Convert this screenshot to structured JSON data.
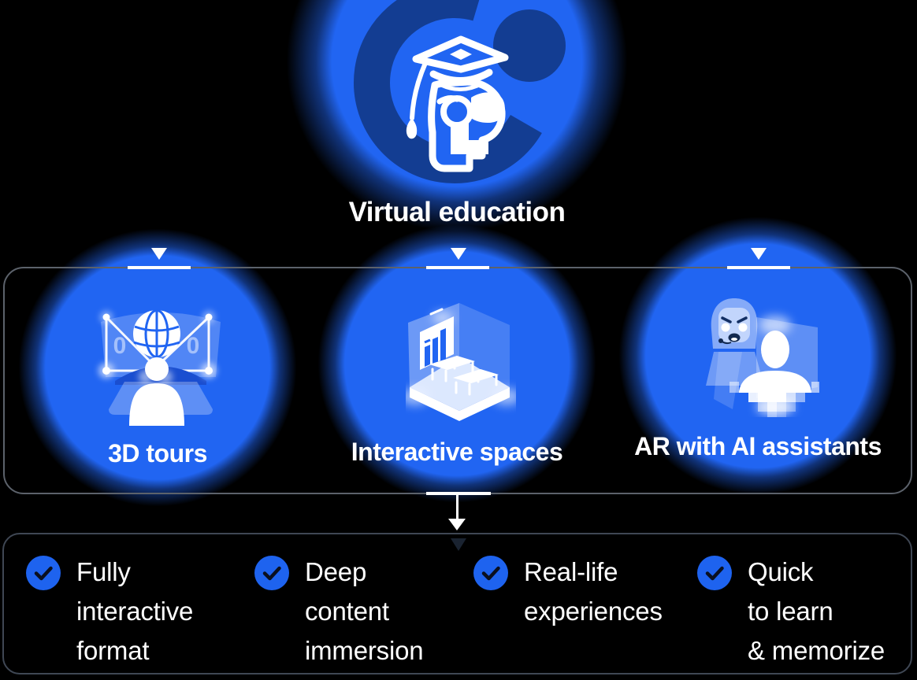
{
  "colors": {
    "background": "#000000",
    "accent_blue": "#2165f2",
    "features_panel_border": "#5c626b",
    "benefits_panel_border": "#3f4754",
    "text": "#ffffff",
    "arrow_shadow": "#1a2331"
  },
  "root": {
    "title": "Virtual education",
    "icon": "vr-graduate-icon"
  },
  "features": {
    "items": [
      {
        "label": "3D tours",
        "icon": "3d-tours-icon"
      },
      {
        "label": "Interactive spaces",
        "icon": "interactive-spaces-icon"
      },
      {
        "label": "AR with AI assistants",
        "icon": "ar-ai-assistants-icon"
      }
    ],
    "icon_zeros": [
      "0",
      "0"
    ]
  },
  "benefits": {
    "items": [
      {
        "label": "Fully\ninteractive\nformat",
        "icon": "check-icon"
      },
      {
        "label": "Deep\ncontent\nimmersion",
        "icon": "check-icon"
      },
      {
        "label": "Real-life\nexperiences",
        "icon": "check-icon"
      },
      {
        "label": "Quick\nto learn\n& memorize",
        "icon": "check-icon"
      }
    ]
  }
}
